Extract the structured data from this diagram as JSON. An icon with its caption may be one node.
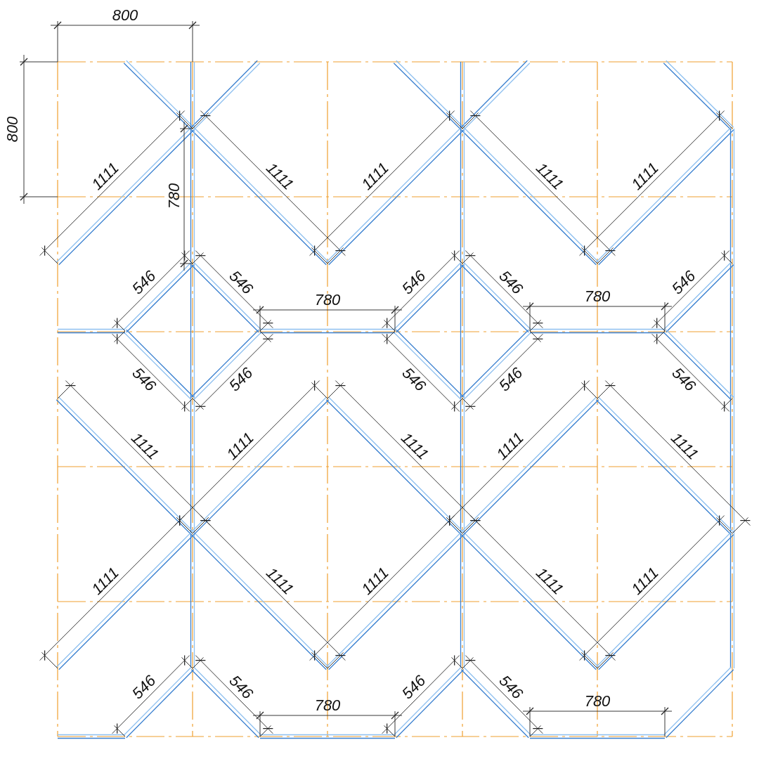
{
  "diagram": {
    "labels": [
      "800",
      "800",
      "1111",
      "1111",
      "1111",
      "1111",
      "1111",
      "780",
      "546",
      "546",
      "546",
      "546",
      "546",
      "780",
      "780",
      "546",
      "546",
      "546",
      "546",
      "546",
      "1111",
      "1111",
      "1111",
      "1111",
      "1111",
      "1111",
      "1111",
      "1111",
      "1111",
      "1111",
      "546",
      "546",
      "546",
      "546",
      "780",
      "780"
    ]
  }
}
